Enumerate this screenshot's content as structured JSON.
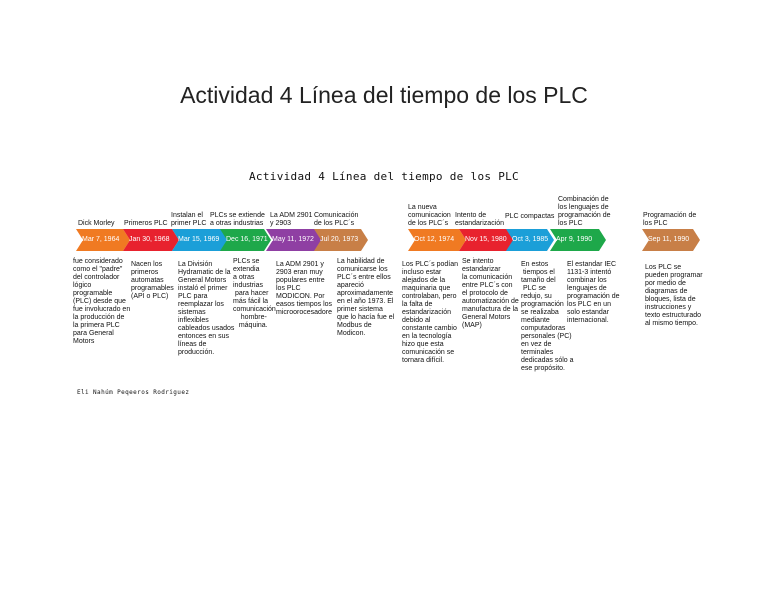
{
  "page": {
    "title": "Actividad 4 Línea del tiempo de los PLC",
    "inner_title": "Actividad 4 Línea del tiempo de los PLC",
    "author": "Eli Nahúm Peqeeros Rodriguez"
  },
  "events": [
    {
      "label": "Dick Morley",
      "date": "Mar 7, 1964",
      "color": "#f07a22",
      "description": "fue considerado\ncomo el \"padre\"\ndel controlador\nlógico\nprogramable\n(PLC) desde que\nfue involucrado en\nla producción de\nla primera PLC\npara General\nMotors"
    },
    {
      "label": "Primeros PLC",
      "date": "Jan 30, 1968",
      "color": "#e8222e",
      "description": "Nacen los\nprimeros\nautomatas\nprogramables\n(API o PLC)"
    },
    {
      "label": "Instalan el\nprimer PLC",
      "date": "Mar 15, 1969",
      "color": "#1b9fd8",
      "description": "La División\nHydramatic de la\nGeneral Motors\ninstaló el primer\nPLC para\nreemplazar los\nsistemas\ninflexibles\ncableados usados\nentonces en sus\nlíneas de\nproducción."
    },
    {
      "label": "PLCs se extiende\na otras industrias",
      "date": "Dec 16, 1971",
      "color": "#1ea84a",
      "description": "PLCs se\nextendia\na otras\nindustrias\n para hacer\nmás fácil la\ncomunicación\n    hombre-\n   máquina."
    },
    {
      "label": "La ADM 2901\ny 2903",
      "date": "May 11, 1972",
      "color": "#8f3fa3",
      "description": "La ADM 2901 y\n2903 eran muy\npopulares entre\nlos PLC\nMODICON. Por\neasos tiempos los\nmicroorocesadore"
    },
    {
      "label": "Comunicación\nde los PLC´s",
      "date": "Jul 20, 1973",
      "color": "#c87f47",
      "description": "La habilidad de\ncomunicarse los\nPLC´s entre ellos\napareció\naproximadamente\nen el año 1973. El\nprimer sistema\nque lo hacía fue el\nModbus de\nModicon."
    },
    {
      "label": "La nueva\ncomunicacion\nde los PLC´s",
      "date": "Oct 12, 1974",
      "color": "#f07a22",
      "description": "Los PLC´s podían\nincluso estar\nalejados de la\nmaquinaria que\ncontrolaban, pero\nla falta de\nestandarización\ndebido al\nconstante cambio\nen la tecnología\nhizo que esta\ncomunicación se\ntornara difícil."
    },
    {
      "label": "Intento de\nestandarización",
      "date": "Nov 15, 1980",
      "color": "#e8222e",
      "description": "Se intento\nestandarizar\nla comunicación\nentre PLC´s con\nel protocolo de\nautomatización de\nmanufactura de la\nGeneral Motors\n(MAP)"
    },
    {
      "label": "PLC compactas",
      "date": "Oct 3, 1985",
      "color": "#1b9fd8",
      "description": "En estos\n tiempos el\ntamaño del\n PLC se\nredujo, su\nprogramación\nse realizaba\nmediante\ncomputadoras\npersonales (PC)\nen vez de\nterminales\ndedicadas sólo a\nese propósito."
    },
    {
      "label": "Combinación de\nlos lenguajes de\nprogramación de\nlos PLC",
      "date": "Apr 9, 1990",
      "color": "#1ea84a",
      "description": "El estandar IEC\n1131-3 intentó\ncombinar los\nlenguajes de\nprogramación de\nlos PLC en un\nsolo estandar\ninternacional."
    },
    {
      "label": "Programación de\nlos PLC",
      "date": "Sep 11, 1990",
      "color": "#c87f47",
      "description": "Los PLC se\npueden programar\npor medio de\ndiagramas de\nbloques, lista de\ninstrucciones y\ntexto estructurado\nal mismo tiempo."
    }
  ]
}
